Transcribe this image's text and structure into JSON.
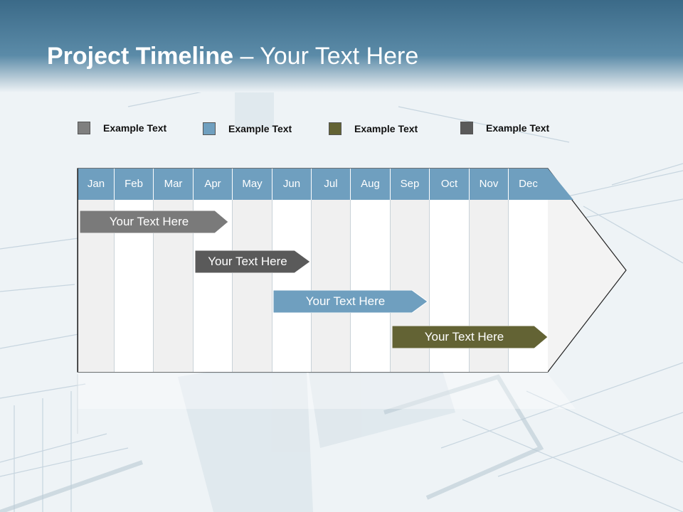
{
  "title": {
    "bold": "Project Timeline",
    "rest": " – Your Text Here"
  },
  "legend": [
    {
      "label": "Example Text",
      "color": "#7f7f7f"
    },
    {
      "label": "Example Text",
      "color": "#6f9fbf"
    },
    {
      "label": "Example Text",
      "color": "#636334"
    },
    {
      "label": "Example Text",
      "color": "#5a5a5a"
    }
  ],
  "months": [
    "Jan",
    "Feb",
    "Mar",
    "Apr",
    "May",
    "Jun",
    "Jul",
    "Aug",
    "Sep",
    "Oct",
    "Nov",
    "Dec"
  ],
  "tasks": [
    {
      "label": "Your  Text Here",
      "color": "#7a7a7a"
    },
    {
      "label": "Your  Text Here",
      "color": "#5a5a5a"
    },
    {
      "label": "Your  Text Here",
      "color": "#6f9fbf"
    },
    {
      "label": "Your  Text Here",
      "color": "#636334"
    }
  ],
  "colors": {
    "month_header": "#6f9fbf",
    "shaded_col": "#f0f0f0",
    "plain_col": "#ffffff"
  }
}
